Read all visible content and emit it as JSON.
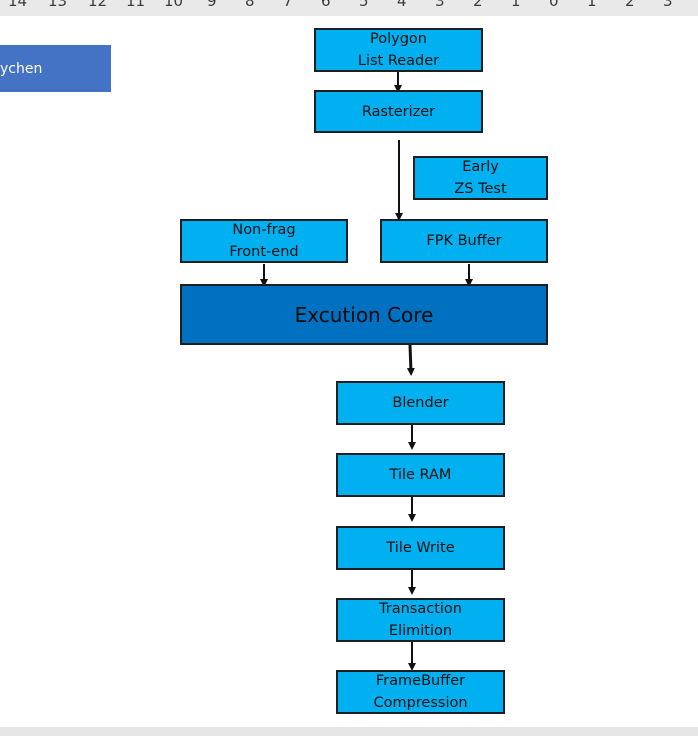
{
  "ruler": {
    "ticks": [
      "14",
      "13",
      "12",
      "11",
      "10",
      "9",
      "8",
      "7",
      "6",
      "5",
      "4",
      "3",
      "2",
      "1",
      "0",
      "1",
      "2",
      "3"
    ]
  },
  "user_tag": {
    "label": "ychen"
  },
  "diagram": {
    "polygon_list_reader": "Polygon\nList Reader",
    "rasterizer": "Rasterizer",
    "early_zs_test": "Early\nZS Test",
    "non_frag_front_end": "Non-frag\nFront-end",
    "fpk_buffer": "FPK Buffer",
    "execution_core": "Excution Core",
    "blender": "Blender",
    "tile_ram": "Tile RAM",
    "tile_write": "Tile Write",
    "transaction_elimination": "Transaction\nElimition",
    "framebuffer_compression": "FrameBuffer\nCompression"
  }
}
